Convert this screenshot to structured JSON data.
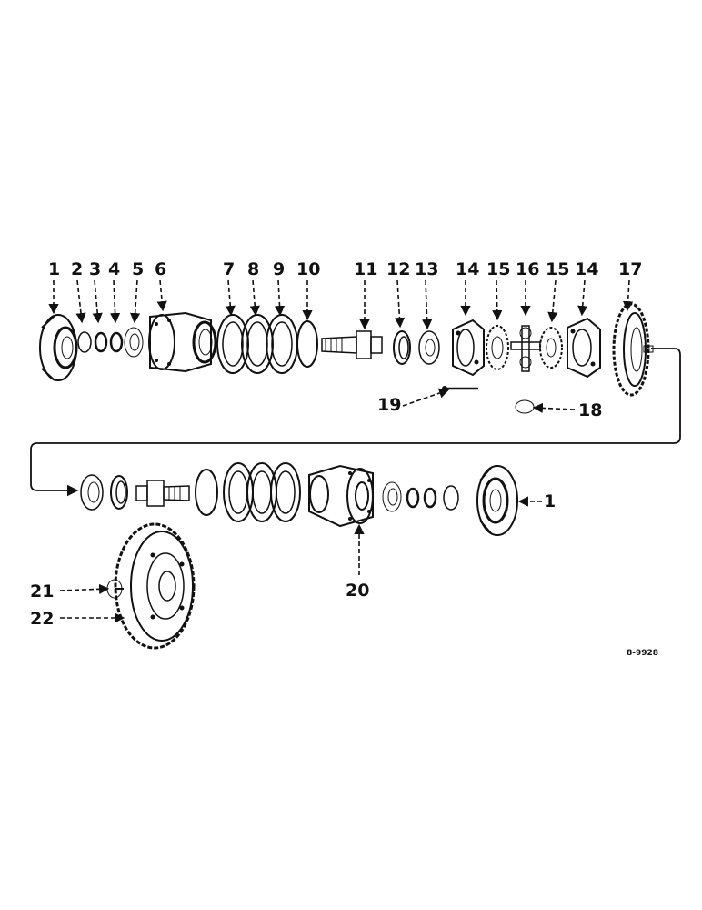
{
  "diagram": {
    "drawing_code": "8-9928",
    "callouts": [
      "1",
      "2",
      "3",
      "4",
      "5",
      "6",
      "7",
      "8",
      "9",
      "10",
      "11",
      "12",
      "13",
      "14",
      "15",
      "16",
      "15",
      "14",
      "17",
      "19",
      "18",
      "1",
      "20",
      "21",
      "22"
    ]
  }
}
